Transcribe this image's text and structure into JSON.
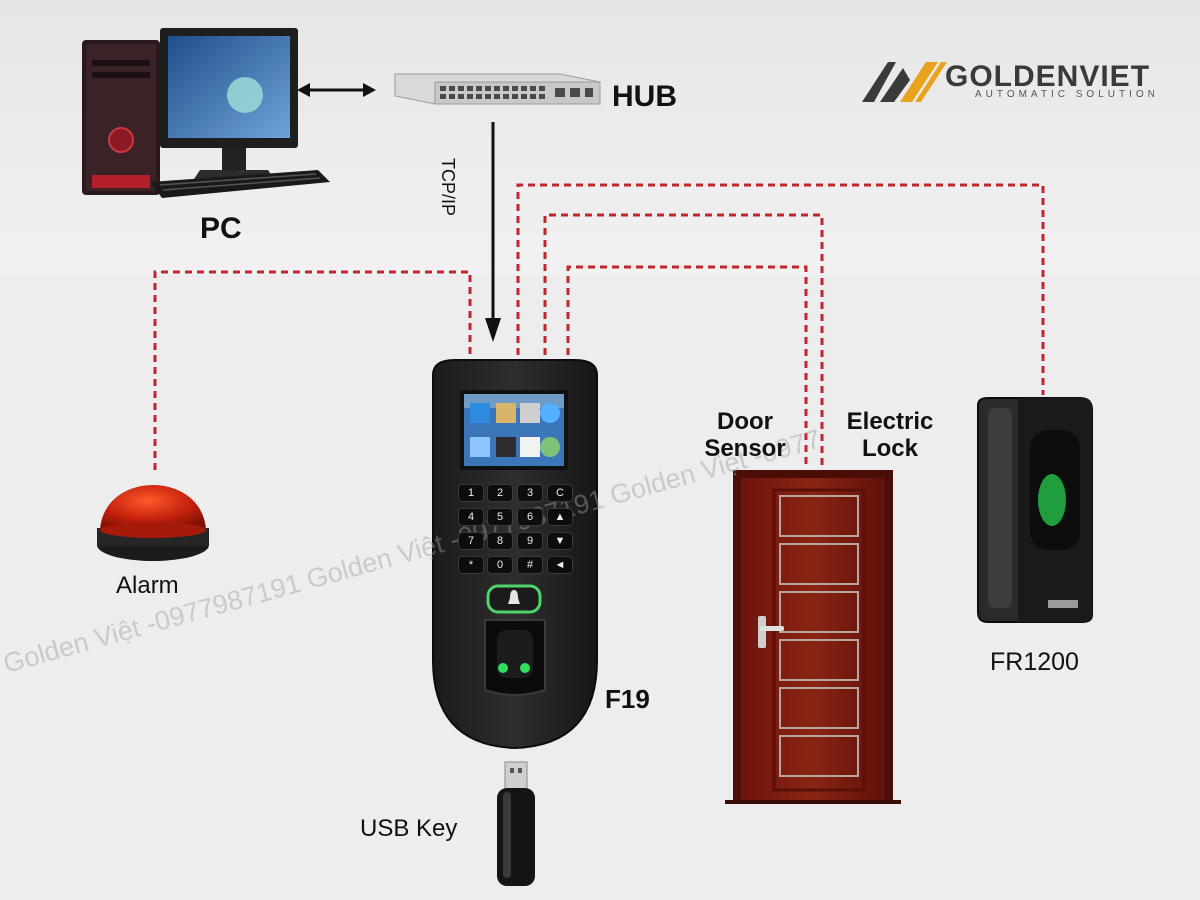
{
  "labels": {
    "pc": "PC",
    "hub": "HUB",
    "tcpip": "TCP/IP",
    "alarm": "Alarm",
    "f19": "F19",
    "usb_key": "USB Key",
    "door_sensor_line1": "Door",
    "door_sensor_line2": "Sensor",
    "electric_lock_line1": "Electric",
    "electric_lock_line2": "Lock",
    "fr1200": "FR1200"
  },
  "logo": {
    "name": "GOLDENVIET",
    "tagline": "AUTOMATIC SOLUTION"
  },
  "watermark": {
    "text_1": "Golden Việt -0977987191 Golden Việt -0977987191 Golden Việt -0977"
  },
  "keypad": {
    "keys": [
      "1",
      "2",
      "3",
      "C",
      "4",
      "5",
      "6",
      "▲",
      "7",
      "8",
      "9",
      "▼",
      "*",
      "0",
      "#",
      "◄"
    ]
  },
  "colors": {
    "wire": "#c0272d",
    "background": "#ededed",
    "door": "#7a1a10",
    "logo_accent": "#e8a21c"
  }
}
